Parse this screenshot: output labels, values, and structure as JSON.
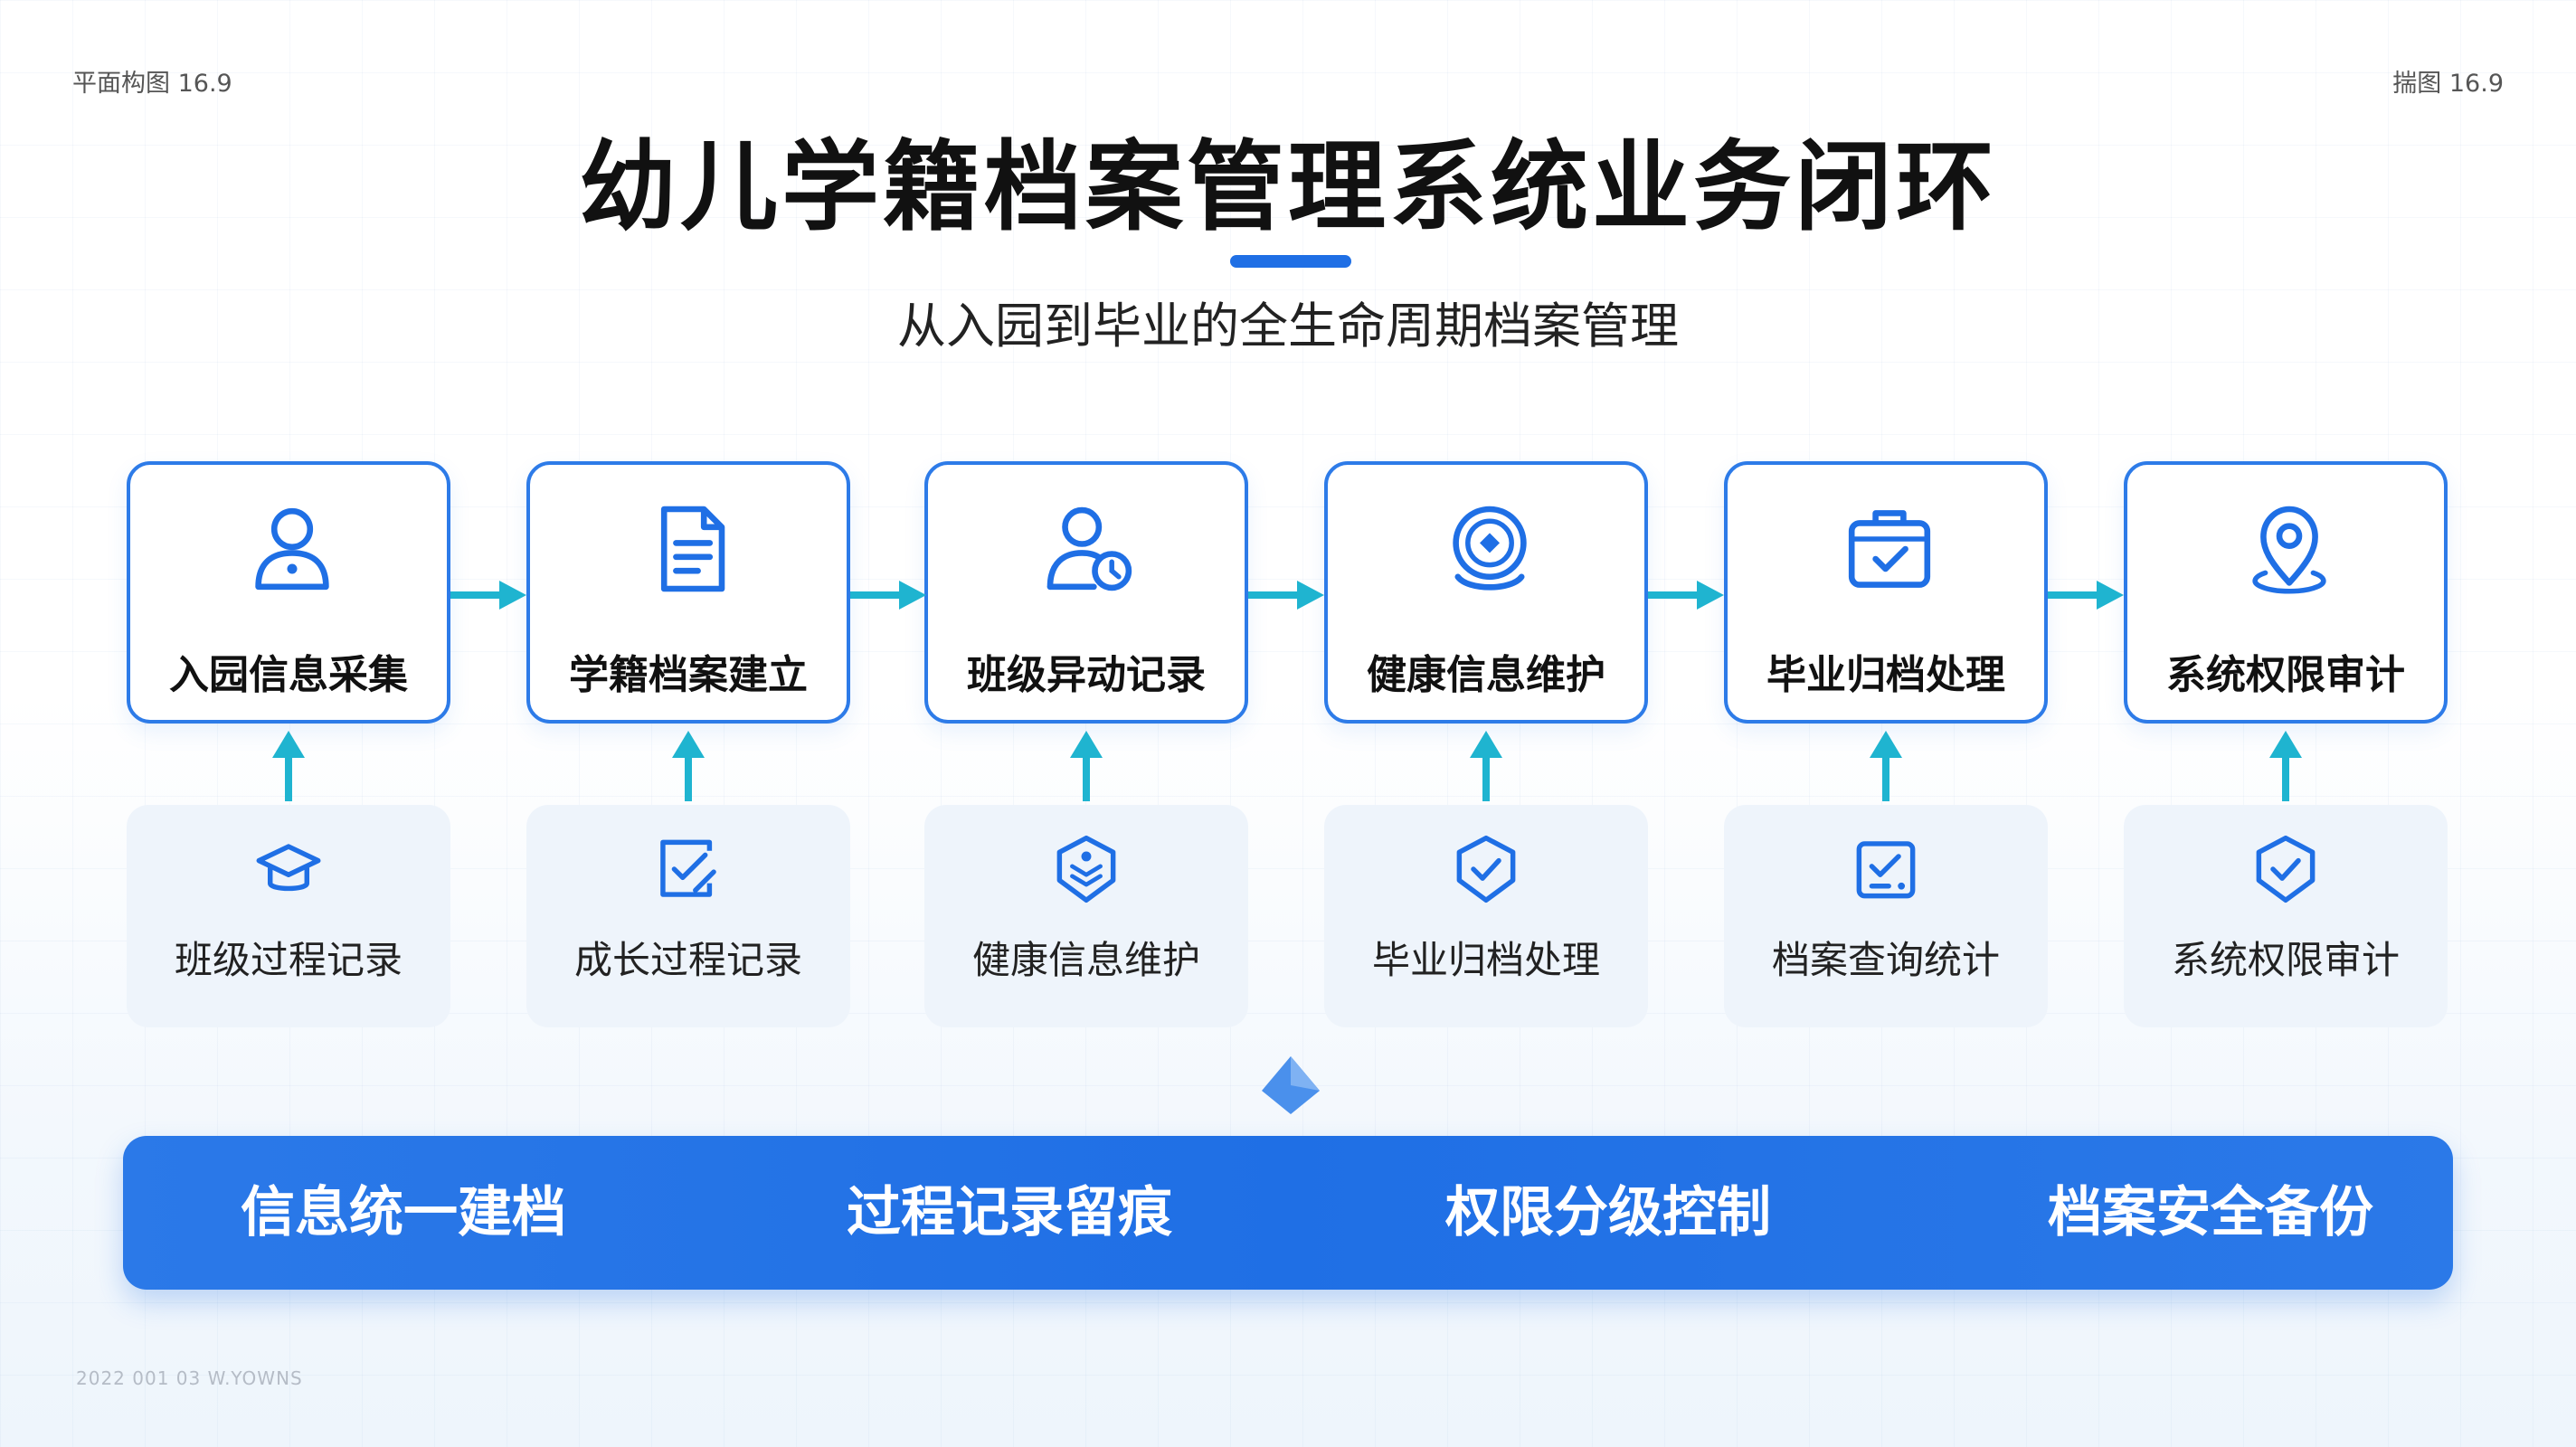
{
  "corner": {
    "left": "平面构图 16.9",
    "right": "揣图 16.9"
  },
  "footer_note": "2022 001 03 W.YOWNS",
  "title": "幼儿学籍档案管理系统业务闭环",
  "subtitle": "从入园到毕业的全生命周期档案管理",
  "colors": {
    "accent": "#1f6fe5",
    "card_border": "#2d7be8",
    "arrow": "#1fb4d0",
    "sub_card_bg": "#eef4fb"
  },
  "steps": [
    {
      "label": "入园信息采集",
      "icon": "user-icon"
    },
    {
      "label": "学籍档案建立",
      "icon": "document-icon"
    },
    {
      "label": "班级异动记录",
      "icon": "user-clock-icon"
    },
    {
      "label": "健康信息维护",
      "icon": "health-badge-icon"
    },
    {
      "label": "毕业归档处理",
      "icon": "briefcase-check-icon"
    },
    {
      "label": "系统权限审计",
      "icon": "location-pin-icon"
    }
  ],
  "sub_steps": [
    {
      "label": "班级过程记录",
      "icon": "graduation-cap-icon"
    },
    {
      "label": "成长过程记录",
      "icon": "edit-check-icon"
    },
    {
      "label": "健康信息维护",
      "icon": "layers-shield-icon"
    },
    {
      "label": "毕业归档处理",
      "icon": "shield-check-icon"
    },
    {
      "label": "档案查询统计",
      "icon": "calendar-check-icon"
    },
    {
      "label": "系统权限审计",
      "icon": "shield-check-icon"
    }
  ],
  "banner": [
    "信息统一建档",
    "过程记录留痕",
    "权限分级控制",
    "档案安全备份"
  ]
}
